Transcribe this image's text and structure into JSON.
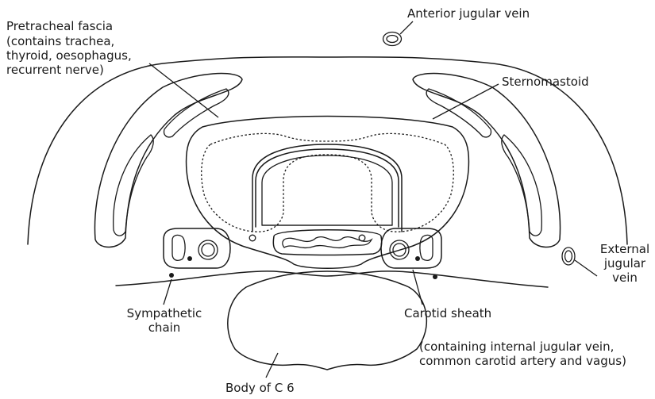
{
  "labels": {
    "pretracheal_fascia": "Pretracheal fascia",
    "pretracheal_contents": "(contains trachea,\nthyroid, oesophagus,\nrecurrent nerve)",
    "anterior_jugular_vein": "Anterior jugular vein",
    "sternomastoid": "Sternomastoid",
    "external_jugular_vein": "External\njugular\nvein",
    "sympathetic_chain": "Sympathetic\nchain",
    "carotid_sheath": "Carotid sheath",
    "carotid_contents": "(containing internal jugular vein,\ncommon carotid artery and vagus)",
    "body_c6": "Body of C 6"
  },
  "colors": {
    "outline": "#1a1a1a",
    "vertebra_fill": "#c5dcc1"
  }
}
